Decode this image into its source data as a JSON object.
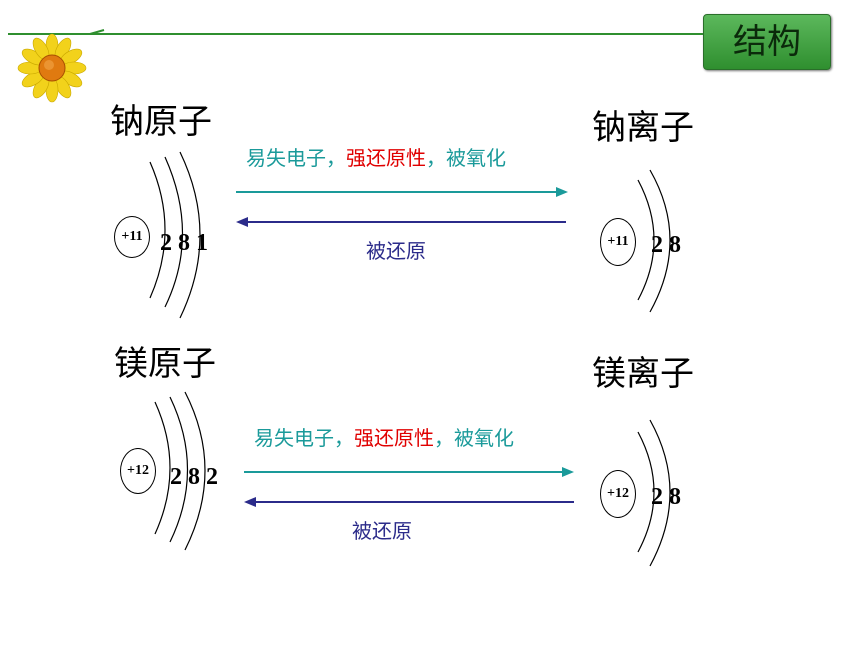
{
  "header": {
    "title": "结构",
    "line_color": "#2f8f2f",
    "logo": "sunflower-icon"
  },
  "reactions": [
    {
      "atom_label": "钠原子",
      "ion_label": "钠离子",
      "atom_nucleus": "+11",
      "atom_electrons": [
        "2",
        "8",
        "1"
      ],
      "ion_nucleus": "+11",
      "ion_electrons": [
        "2",
        "8"
      ],
      "forward_text": {
        "part1": "易失电子，",
        "part2": "强还原性",
        "part3": "，被氧化"
      },
      "reverse_text": "被还原"
    },
    {
      "atom_label": "镁原子",
      "ion_label": "镁离子",
      "atom_nucleus": "+12",
      "atom_electrons": [
        "2",
        "8",
        "2"
      ],
      "ion_nucleus": "+12",
      "ion_electrons": [
        "2",
        "8"
      ],
      "forward_text": {
        "part1": "易失电子，",
        "part2": "强还原性",
        "part3": "，被氧化"
      },
      "reverse_text": "被还原"
    }
  ],
  "colors": {
    "forward_arrow": "#1a9a9a",
    "reverse_arrow": "#2b2b8a",
    "highlight": "#e00000"
  }
}
